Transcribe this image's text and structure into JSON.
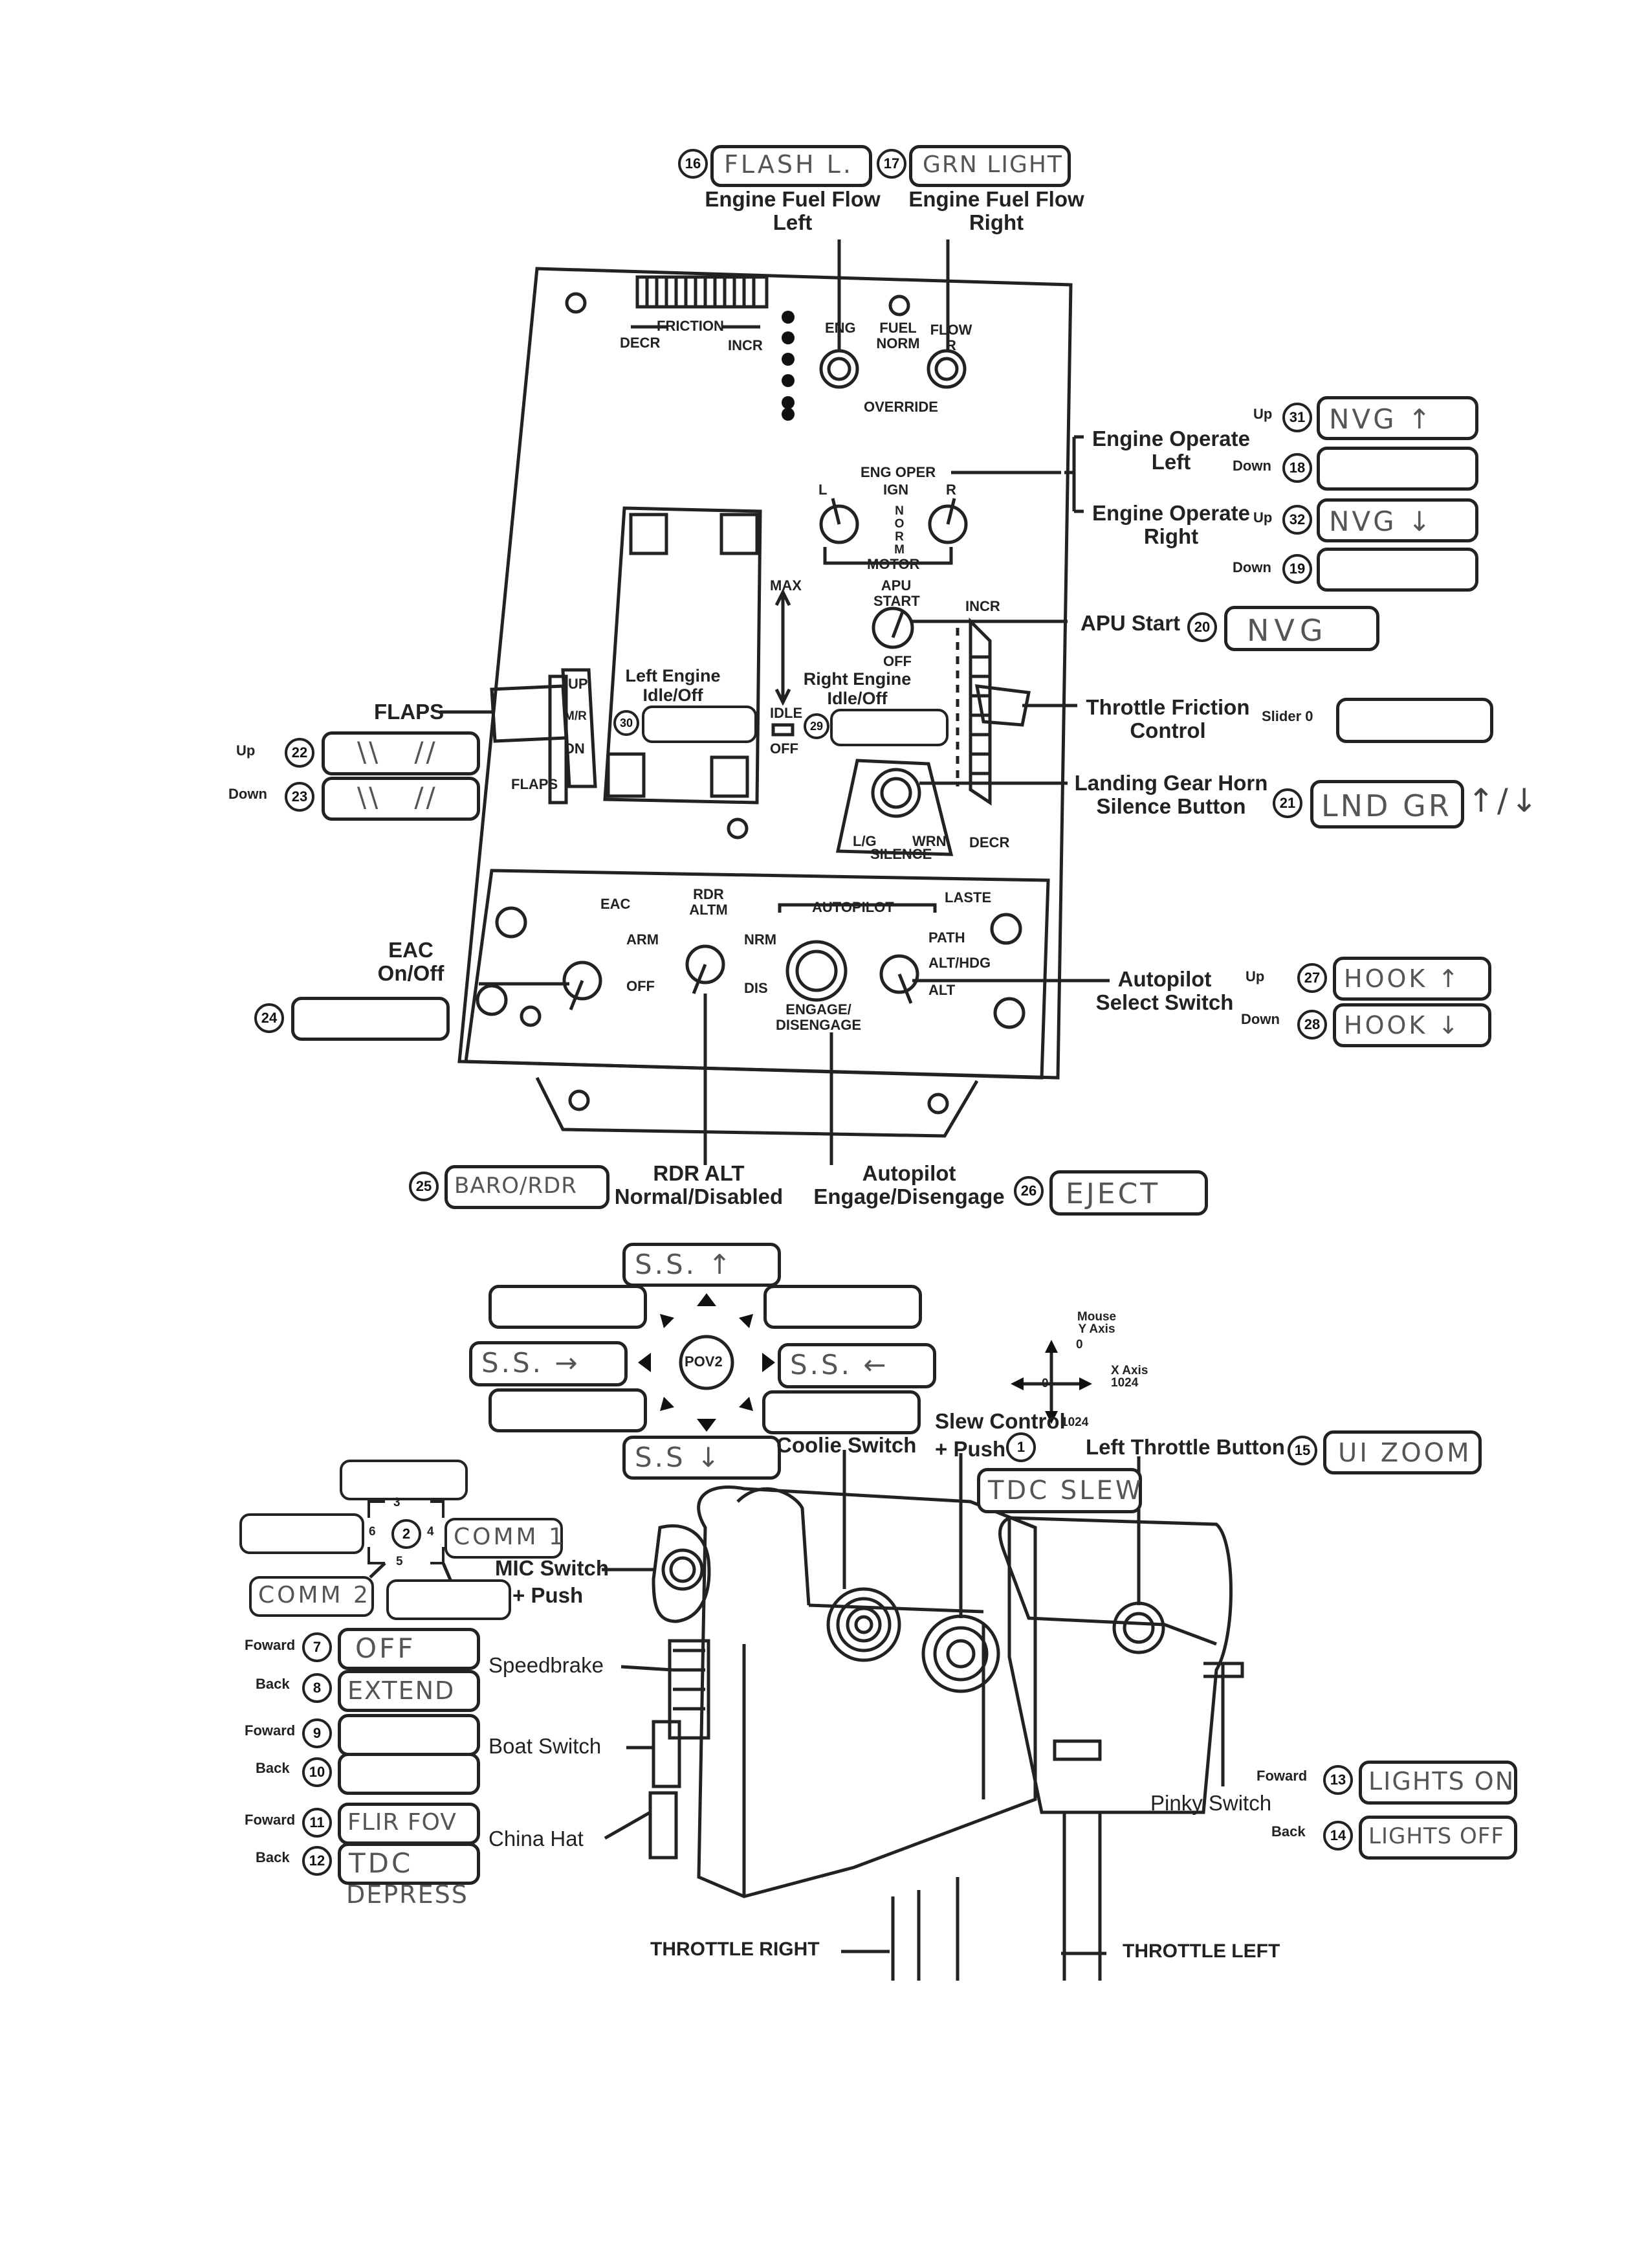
{
  "callouts": {
    "n16": {
      "num": "16",
      "value": "FLASH L."
    },
    "n17": {
      "num": "17",
      "value": "GRN LIGHT"
    },
    "n31": {
      "num": "31",
      "dir": "Up",
      "value": "NVG ↑"
    },
    "n18": {
      "num": "18",
      "dir": "Down",
      "value": ""
    },
    "n32": {
      "num": "32",
      "dir": "Up",
      "value": "NVG ↓"
    },
    "n19": {
      "num": "19",
      "dir": "Down",
      "value": ""
    },
    "n20": {
      "num": "20",
      "value": "NVG"
    },
    "slider0": {
      "prefix": "Slider 0",
      "value": ""
    },
    "n21": {
      "num": "21",
      "value": "LND GR",
      "extra": "↑/↓"
    },
    "n22": {
      "num": "22",
      "dir": "Up",
      "value": "\\\\   //"
    },
    "n23": {
      "num": "23",
      "dir": "Down",
      "value": "\\\\   //"
    },
    "n30": {
      "num": "30",
      "value": ""
    },
    "n29": {
      "num": "29",
      "value": ""
    },
    "n24": {
      "num": "24",
      "value": ""
    },
    "n27": {
      "num": "27",
      "dir": "Up",
      "value": "HOOK ↑"
    },
    "n28": {
      "num": "28",
      "dir": "Down",
      "value": "HOOK ↓"
    },
    "n25": {
      "num": "25",
      "value": "BARO/RDR"
    },
    "n26": {
      "num": "26",
      "value": "EJECT"
    },
    "n15": {
      "num": "15",
      "value": "UI ZOOM"
    },
    "n1": {
      "num": "1",
      "value": "TDC SLEW"
    },
    "n7": {
      "num": "7",
      "dir": "Foward",
      "value": "OFF"
    },
    "n8": {
      "num": "8",
      "dir": "Back",
      "value": "EXTEND"
    },
    "n9": {
      "num": "9",
      "dir": "Foward",
      "value": ""
    },
    "n10": {
      "num": "10",
      "dir": "Back",
      "value": ""
    },
    "n11": {
      "num": "11",
      "dir": "Foward",
      "value": "FLIR FOV"
    },
    "n12": {
      "num": "12",
      "dir": "Back",
      "value": "TDC",
      "note": "DEPRESS"
    },
    "n13": {
      "num": "13",
      "dir": "Foward",
      "value": "LIGHTS ON"
    },
    "n14": {
      "num": "14",
      "dir": "Back",
      "value": "LIGHTS OFF"
    }
  },
  "labels": {
    "eng_ff_left": "Engine Fuel Flow\nLeft",
    "eng_ff_right": "Engine Fuel Flow\nRight",
    "eng_op_left": "Engine Operate\nLeft",
    "eng_op_right": "Engine Operate\nRight",
    "apu_start": "APU Start",
    "throttle_friction": "Throttle Friction\nControl",
    "lg_horn": "Landing Gear Horn\nSilence Button",
    "flaps": "FLAPS",
    "eac": "EAC\nOn/Off",
    "autopilot_select": "Autopilot\nSelect Switch",
    "rdr_alt": "RDR ALT\nNormal/Disabled",
    "ap_engage": "Autopilot\nEngage/Disengage",
    "coolie": "Coolie Switch",
    "slew": "Slew Control\n+ Push",
    "left_throttle_button": "Left Throttle Button",
    "mic_switch": "MIC Switch",
    "push": "+ Push",
    "speedbrake": "Speedbrake",
    "boat_switch": "Boat Switch",
    "china_hat": "China Hat",
    "pinky_switch": "Pinky Switch",
    "throttle_right": "THROTTLE RIGHT",
    "throttle_left": "THROTTLE LEFT",
    "left_engine": "Left Engine\nIdle/Off",
    "right_engine": "Right Engine\nIdle/Off"
  },
  "panel": {
    "friction": "FRICTION",
    "decr": "DECR",
    "incr": "INCR",
    "eng": "ENG",
    "fuel_norm": "FUEL\nNORM",
    "flow_r": "FLOW\nR",
    "override": "OVERRIDE",
    "eng_oper": "ENG OPER",
    "ign": "IGN",
    "l": "L",
    "r": "R",
    "norm": "N\nO\nR\nM",
    "motor": "MOTOR",
    "apu_start": "APU\nSTART",
    "off": "OFF",
    "incr2": "INCR",
    "max": "MAX",
    "idle": "IDLE",
    "off2": "OFF",
    "up": "UP",
    "mr": "M/R",
    "dn": "DN",
    "flaps": "FLAPS",
    "lg": "L/G",
    "wrn": "WRN",
    "silence": "SILENCE",
    "decr2": "DECR",
    "eac": "EAC",
    "arm": "ARM",
    "eac_off": "OFF",
    "rdr_altm": "RDR\nALTM",
    "nrm": "NRM",
    "dis": "DIS",
    "autopilot": "AUTOPILOT",
    "laste": "LASTE",
    "path": "PATH",
    "alt_hdg": "ALT/HDG",
    "alt": "ALT",
    "engage": "ENGAGE/\nDISENGAGE"
  },
  "pov": {
    "center": "POV2",
    "up": "S.S. ↑",
    "down": "S.S ↓",
    "left": "S.S. →",
    "right": "S.S. ←",
    "ul": "",
    "ur": "",
    "dl": "",
    "dr": ""
  },
  "mouse_axes": {
    "title": "Mouse\nY Axis",
    "y_min": "0",
    "y_max": "1024",
    "x_min": "0",
    "x_label": "X Axis\n1024"
  },
  "mic": {
    "center": "2",
    "n3": "3",
    "n4": "4",
    "n5": "5",
    "n6": "6",
    "up_value": "",
    "left_value": "",
    "right_value": "COMM 1",
    "down_value": "COMM 2",
    "push_value": ""
  }
}
